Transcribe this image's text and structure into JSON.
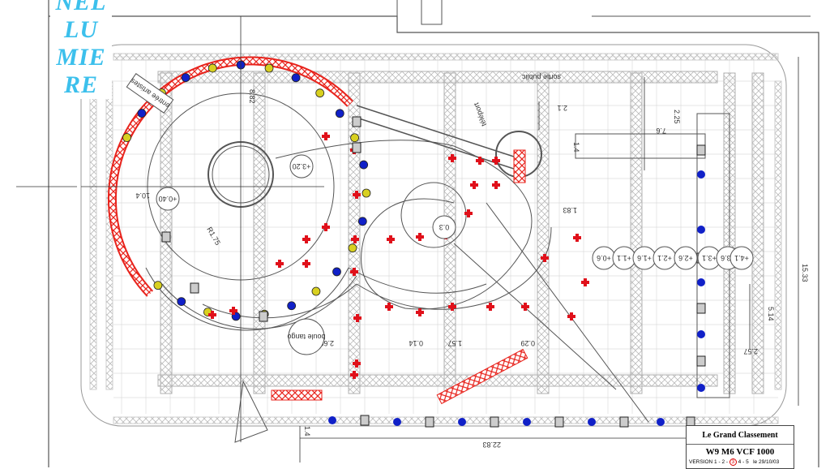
{
  "logo": {
    "lines": [
      "NEL",
      "LU",
      "MIE",
      "RE"
    ],
    "color": "#3cc0ec"
  },
  "title_block": {
    "title": "Le Grand Classement",
    "code": "W9  M6   VCF  1000",
    "version_prefix": "VERSION 1 - 2 -",
    "version_current": "3",
    "version_suffix": "4 - 5",
    "date": "le 29/10/03"
  },
  "labels": {
    "entree_artistes": "entrée artistes",
    "sortie_public": "sortie public",
    "teleport": "téléport",
    "boule_tango": "boule tango"
  },
  "level_markers": [
    "+0.40",
    "+3.20",
    "0.3",
    "+0.6",
    "+1.1",
    "+1.6",
    "+2.1",
    "+2.6",
    "+3.1",
    "+3.6",
    "+4.1"
  ],
  "dimensions": {
    "d1": "8.82",
    "d2": "10.4",
    "d3": "R1.75",
    "d4": "2.1",
    "d5": "2.25",
    "d6": "7.6",
    "d7": "1.4",
    "d8": "1.83",
    "d9": "15.33",
    "d10": "5.14",
    "d11": "2.57",
    "d12": "2.60",
    "d13": "0.14",
    "d14": "1.57",
    "d15": "0.29",
    "d16": "22.83",
    "d17": "1.4"
  },
  "colors": {
    "truss_red": "#e8231c",
    "light_red": "#e0101a",
    "light_blue": "#1020c8",
    "yellow": "#d8d020",
    "truss_gray": "#b0b0b0"
  }
}
